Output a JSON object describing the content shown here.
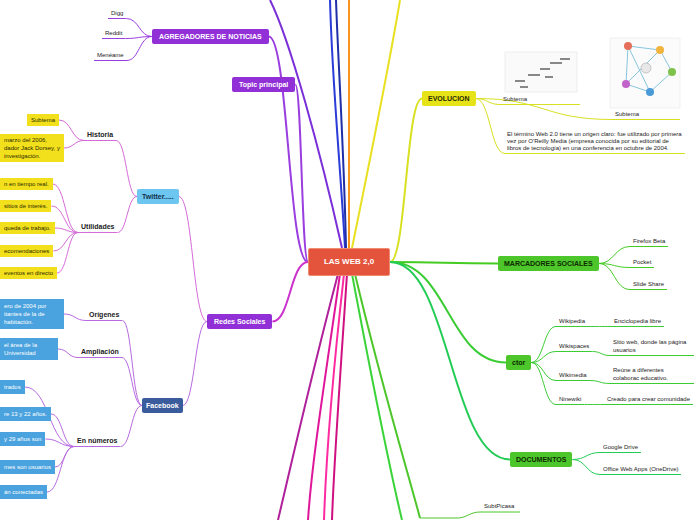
{
  "diagram": {
    "nodes": [
      {
        "text": [
          "LAS WEB 2,0"
        ]
      },
      {
        "text": [
          "AGREGADORES DE NOTICIAS"
        ]
      },
      {
        "text": [
          "Digg"
        ]
      },
      {
        "text": [
          "Reddit"
        ]
      },
      {
        "text": [
          "Menéame"
        ]
      },
      {
        "text": [
          "Topic principal"
        ]
      },
      {
        "text": [
          "Redes Sociales"
        ]
      },
      {
        "text": [
          "Twitter....."
        ]
      },
      {
        "text": [
          "Historia"
        ]
      },
      {
        "text": [
          "Subtema"
        ]
      },
      {
        "text": [
          "marzo del 2006, dador Jack Dorsey, y investigación."
        ]
      },
      {
        "text": [
          "Utilidades"
        ]
      },
      {
        "text": [
          "n en tiempo real."
        ]
      },
      {
        "text": [
          "sitios de interés."
        ]
      },
      {
        "text": [
          "queda de trabajo."
        ]
      },
      {
        "text": [
          "ecomendaciones"
        ]
      },
      {
        "text": [
          "eventos en directo"
        ]
      },
      {
        "text": [
          "Facebook"
        ]
      },
      {
        "text": [
          "Orígenes"
        ]
      },
      {
        "text": [
          "ero de 2004 por tiantes de la de habitación."
        ]
      },
      {
        "text": [
          "Ampliación"
        ]
      },
      {
        "text": [
          "el área de la Universidad"
        ]
      },
      {
        "text": [
          "En números"
        ]
      },
      {
        "text": [
          "trados"
        ]
      },
      {
        "text": [
          "re 13 y 22 años."
        ]
      },
      {
        "text": [
          "y 29 años son"
        ]
      },
      {
        "text": [
          "mes son usuarios"
        ]
      },
      {
        "text": [
          "án conectadas"
        ]
      },
      {
        "text": [
          "EVOLUCION"
        ]
      },
      {
        "text": [
          "Subtema"
        ]
      },
      {
        "text": [
          "Subtema"
        ]
      },
      {
        "text": [
          "El término Web 2.0 tiene un origen claro: fue utilizado por primera vez por O'Reilly Media (empresa conocida por su editorial de libros de tecnología) en una conferencia en octubre de 2004."
        ]
      },
      {
        "text": [
          "MARCADORES SOCIALES"
        ]
      },
      {
        "text": [
          "Firefox Beta"
        ]
      },
      {
        "text": [
          "Pocket"
        ]
      },
      {
        "text": [
          "Slide Share"
        ]
      },
      {
        "text": [
          "ctor"
        ]
      },
      {
        "text": [
          "Wikipedia"
        ]
      },
      {
        "text": [
          "Enciclopedia libre"
        ]
      },
      {
        "text": [
          "Wikispaces"
        ]
      },
      {
        "text": [
          "Sitio web, donde las página usuarios"
        ]
      },
      {
        "text": [
          "Wikimedia"
        ]
      },
      {
        "text": [
          "Reúne a diferentes colaborac educativo."
        ]
      },
      {
        "text": [
          "Ninewiki"
        ]
      },
      {
        "text": [
          "Creado para crear comunidade"
        ]
      },
      {
        "text": [
          "DOCUMENTOS"
        ]
      },
      {
        "text": [
          "Google Drive"
        ]
      },
      {
        "text": [
          "Office Web Apps (OneDrive)"
        ]
      }
    ],
    "edges": [
      {
        "from": 0,
        "to": 1,
        "arrow": "none"
      },
      {
        "from": 0,
        "to": 5,
        "arrow": "none"
      },
      {
        "from": 0,
        "to": 6,
        "arrow": "none"
      },
      {
        "from": 1,
        "to": 2,
        "arrow": "none"
      },
      {
        "from": 1,
        "to": 3,
        "arrow": "none"
      },
      {
        "from": 1,
        "to": 4,
        "arrow": "none"
      },
      {
        "from": 6,
        "to": 7,
        "arrow": "none"
      },
      {
        "from": 6,
        "to": 17,
        "arrow": "none"
      },
      {
        "from": 7,
        "to": 8,
        "arrow": "none"
      },
      {
        "from": 7,
        "to": 11,
        "arrow": "none"
      },
      {
        "from": 8,
        "to": 9,
        "arrow": "none"
      },
      {
        "from": 8,
        "to": 10,
        "arrow": "none"
      },
      {
        "from": 11,
        "to": 12,
        "arrow": "none"
      },
      {
        "from": 11,
        "to": 13,
        "arrow": "none"
      },
      {
        "from": 11,
        "to": 14,
        "arrow": "none"
      },
      {
        "from": 11,
        "to": 15,
        "arrow": "none"
      },
      {
        "from": 11,
        "to": 16,
        "arrow": "none"
      },
      {
        "from": 17,
        "to": 18,
        "arrow": "none"
      },
      {
        "from": 17,
        "to": 20,
        "arrow": "none"
      },
      {
        "from": 17,
        "to": 22,
        "arrow": "none"
      },
      {
        "from": 18,
        "to": 19,
        "arrow": "none"
      },
      {
        "from": 20,
        "to": 21,
        "arrow": "none"
      },
      {
        "from": 22,
        "to": 23,
        "arrow": "none"
      },
      {
        "from": 22,
        "to": 24,
        "arrow": "none"
      },
      {
        "from": 22,
        "to": 25,
        "arrow": "none"
      },
      {
        "from": 22,
        "to": 26,
        "arrow": "none"
      },
      {
        "from": 22,
        "to": 27,
        "arrow": "none"
      },
      {
        "from": 0,
        "to": 28,
        "arrow": "none"
      },
      {
        "from": 28,
        "to": 29,
        "arrow": "none"
      },
      {
        "from": 28,
        "to": 30,
        "arrow": "none"
      },
      {
        "from": 28,
        "to": 31,
        "arrow": "none"
      },
      {
        "from": 0,
        "to": 32,
        "arrow": "none"
      },
      {
        "from": 32,
        "to": 33,
        "arrow": "none"
      },
      {
        "from": 32,
        "to": 34,
        "arrow": "none"
      },
      {
        "from": 32,
        "to": 35,
        "arrow": "none"
      },
      {
        "from": 0,
        "to": 36,
        "arrow": "none"
      },
      {
        "from": 36,
        "to": 37,
        "arrow": "none"
      },
      {
        "from": 37,
        "to": 38,
        "arrow": "none"
      },
      {
        "from": 36,
        "to": 39,
        "arrow": "none"
      },
      {
        "from": 39,
        "to": 40,
        "arrow": "none"
      },
      {
        "from": 36,
        "to": 41,
        "arrow": "none"
      },
      {
        "from": 41,
        "to": 42,
        "arrow": "none"
      },
      {
        "from": 36,
        "to": 43,
        "arrow": "none"
      },
      {
        "from": 43,
        "to": 44,
        "arrow": "none"
      },
      {
        "from": 0,
        "to": 45,
        "arrow": "none"
      },
      {
        "from": 45,
        "to": 46,
        "arrow": "none"
      },
      {
        "from": 45,
        "to": 47,
        "arrow": "none"
      }
    ],
    "labels": [
      "SubtPicasa"
    ]
  }
}
